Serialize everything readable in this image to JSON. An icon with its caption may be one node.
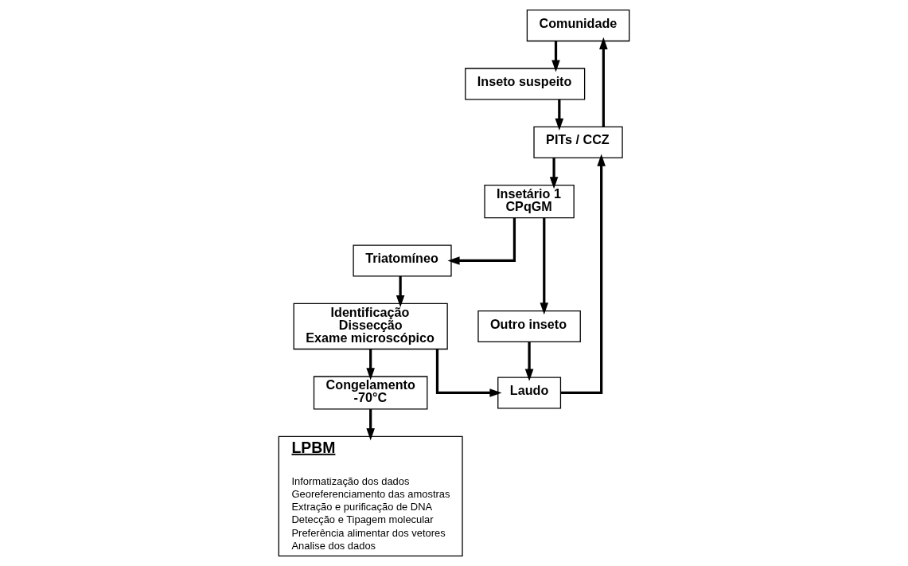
{
  "diagram": {
    "nodes": [
      {
        "text": [
          "Comunidade"
        ]
      },
      {
        "text": [
          "Inseto suspeito"
        ]
      },
      {
        "text": [
          "PITs / CCZ"
        ]
      },
      {
        "text": [
          "Insetário 1",
          "CPqGM"
        ]
      },
      {
        "text": [
          "Laudo"
        ]
      },
      {
        "text": [
          "Outro inseto"
        ]
      },
      {
        "text": [
          "Triatomíneo"
        ]
      },
      {
        "text": [
          "Identificação",
          "Dissecção",
          "Exame microscópico"
        ]
      },
      {
        "text": [
          "Congelamento",
          "-70°C"
        ]
      },
      {
        "text": [
          "LPBM",
          "Informatização dos dados",
          "Georeferenciamento das amostras",
          "Extração e purificação de DNA",
          "Detecção e Tipagem molecular",
          "Preferência alimentar dos vetores",
          "Analise dos dados"
        ]
      }
    ],
    "edges": [
      {
        "from": 0,
        "to": 1,
        "arrow": "to"
      },
      {
        "from": 1,
        "to": 2,
        "arrow": "to"
      },
      {
        "from": 2,
        "to": 0,
        "arrow": "to"
      },
      {
        "from": 2,
        "to": 3,
        "arrow": "to"
      },
      {
        "from": 3,
        "to": 5,
        "arrow": "to"
      },
      {
        "from": 3,
        "to": 6,
        "arrow": "to"
      },
      {
        "from": 5,
        "to": 4,
        "arrow": "to"
      },
      {
        "from": 4,
        "to": 2,
        "arrow": "to"
      },
      {
        "from": 6,
        "to": 7,
        "arrow": "to"
      },
      {
        "from": 7,
        "to": 4,
        "arrow": "to"
      },
      {
        "from": 7,
        "to": 8,
        "arrow": "to"
      },
      {
        "from": 8,
        "to": 9,
        "arrow": "to"
      }
    ]
  }
}
